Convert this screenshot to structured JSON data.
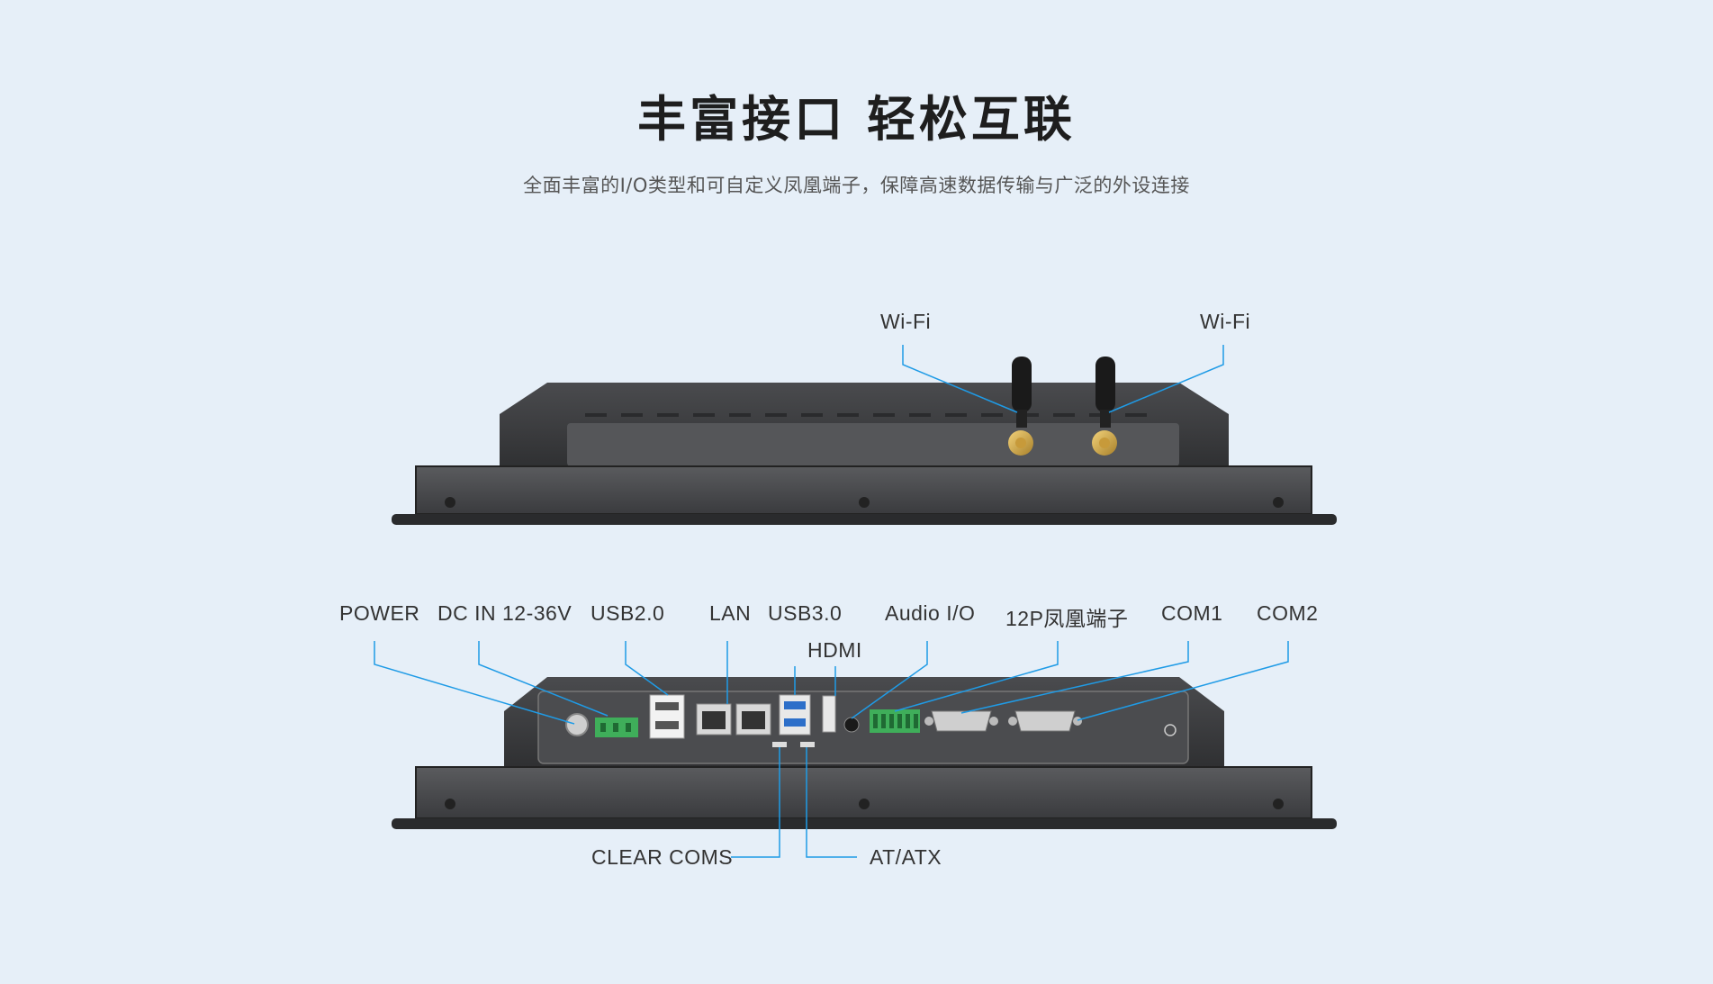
{
  "header": {
    "title": "丰富接口 轻松互联",
    "subtitle": "全面丰富的I/O类型和可自定义凤凰端子，保障高速数据传输与广泛的外设连接"
  },
  "top_view": {
    "antenna_left": "Wi-Fi",
    "antenna_right": "Wi-Fi"
  },
  "bottom_view": {
    "power": "POWER",
    "dc_in": "DC IN 12-36V",
    "usb2": "USB2.0",
    "lan": "LAN",
    "usb3": "USB3.0",
    "hdmi": "HDMI",
    "audio": "Audio I/O",
    "phoenix": "12P凤凰端子",
    "com1": "COM1",
    "com2": "COM2",
    "clear_coms": "CLEAR COMS",
    "at_atx": "AT/ATX"
  },
  "colors": {
    "background": "#e6eff8",
    "leader_line": "#1f9be6",
    "device_body": "#3a3b3d",
    "terminal_green": "#3fae5a"
  }
}
